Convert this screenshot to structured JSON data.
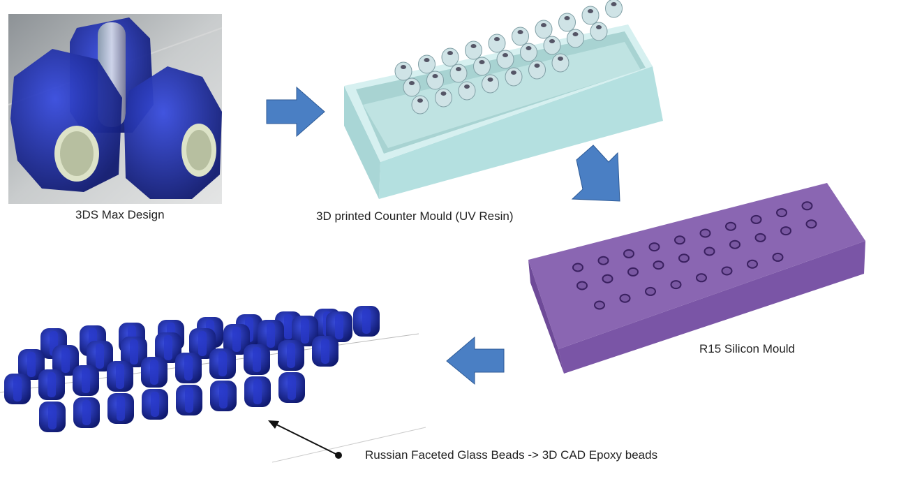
{
  "labels": {
    "design": "3DS Max Design",
    "counter_mould": "3D printed Counter Mould (UV Resin)",
    "silicon_mould": "R15 Silicon Mould",
    "result": "Russian Faceted Glass Beads -> 3D CAD Epoxy beads"
  },
  "colors": {
    "arrow": "#4a7fc4",
    "bead_blue": "#1f2fb0",
    "tray": "#bfe6e6",
    "silicon": "#8a64b0"
  },
  "icons": [
    "arrow-right-icon",
    "arrow-down-right-icon",
    "arrow-left-icon",
    "pointer-arrow-icon"
  ]
}
